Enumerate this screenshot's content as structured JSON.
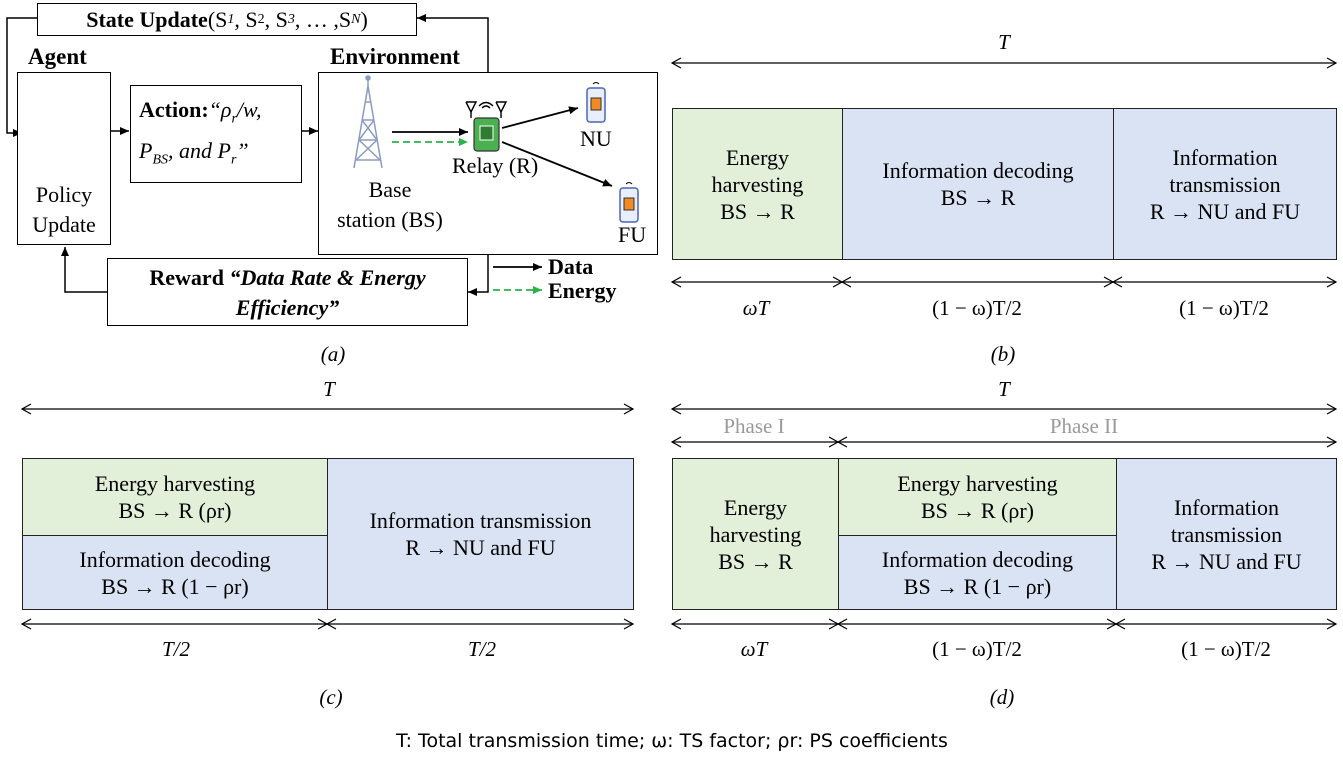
{
  "panel_a": {
    "state_update": {
      "bold": "State Update",
      "rest": " (S",
      "s1": "1",
      "c1": ", S",
      "s2": "2",
      "c2": ", S",
      "s3": "3",
      "c3": ", … ,S",
      "sn": "N",
      "end": ")"
    },
    "agent_title": "Agent",
    "policy_update": [
      "Policy",
      "Update"
    ],
    "action": {
      "bold": "Action:",
      "l1": "“ρ",
      "r1": "r",
      "l1b": "/w,",
      "l2a": "P",
      "l2s": "BS",
      "l2b": ", and P",
      "l2t": "r",
      "l2c": "”"
    },
    "environment_title": "Environment",
    "base_station": [
      "Base",
      "station (BS)"
    ],
    "relay": "Relay (R)",
    "nu": "NU",
    "fu": "FU",
    "reward": {
      "bold": "Reward",
      "l1": "“Data Rate & Energy",
      "l2": "Efficiency”"
    },
    "legend": {
      "data": "Data",
      "energy": "Energy"
    },
    "caption": "(a)",
    "colors": {
      "energy_arrow": "#2bb24c",
      "relay_green": "#4caf50",
      "tower": "#8a9bc4"
    }
  },
  "panel_b": {
    "total": "T",
    "cells": [
      {
        "lines": [
          "Energy",
          "harvesting",
          "BS → R"
        ],
        "color": "#e2efd9"
      },
      {
        "lines": [
          "Information decoding",
          "BS → R"
        ],
        "color": "#dae3f3"
      },
      {
        "lines": [
          "Information",
          "transmission",
          "R → NU and FU"
        ],
        "color": "#dae3f3"
      }
    ],
    "durations": [
      "ωT",
      "(1 − ω)T/2",
      "(1 − ω)T/2"
    ],
    "caption": "(b)"
  },
  "panel_c": {
    "total": "T",
    "cells": [
      {
        "lines": [
          "Energy harvesting",
          "BS → R (ρr)"
        ],
        "color": "#e2efd9"
      },
      {
        "lines": [
          "Information decoding",
          "BS → R (1 − ρr)"
        ],
        "color": "#dae3f3"
      },
      {
        "lines": [
          "Information transmission",
          "R → NU and FU"
        ],
        "color": "#dae3f3"
      }
    ],
    "durations": [
      "T/2",
      "T/2"
    ],
    "caption": "(c)"
  },
  "panel_d": {
    "total": "T",
    "phases": [
      "Phase I",
      "Phase II"
    ],
    "cells": [
      {
        "lines": [
          "Energy",
          "harvesting",
          "BS → R"
        ],
        "color": "#e2efd9"
      },
      {
        "lines": [
          "Energy harvesting",
          "BS → R (ρr)"
        ],
        "color": "#e2efd9"
      },
      {
        "lines": [
          "Information decoding",
          "BS → R (1 − ρr)"
        ],
        "color": "#dae3f3"
      },
      {
        "lines": [
          "Information",
          "transmission",
          "R → NU and FU"
        ],
        "color": "#dae3f3"
      }
    ],
    "durations": [
      "ωT",
      "(1 − ω)T/2",
      "(1 − ω)T/2"
    ],
    "caption": "(d)"
  },
  "footnote": "T:  Total transmission time;   ω:  TS factor;  ρr: PS coefficients"
}
